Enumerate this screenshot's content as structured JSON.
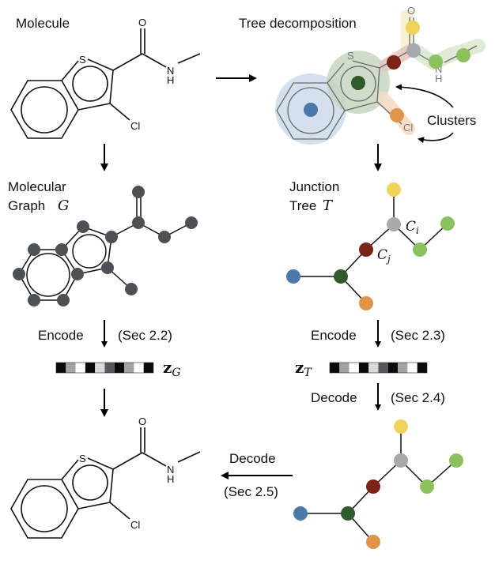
{
  "figure": {
    "sections": {
      "molecule_title": "Molecule",
      "tree_decomposition_title": "Tree decomposition",
      "molecular_graph_title_line1": "Molecular",
      "molecular_graph_title_line2": "Graph",
      "molecular_graph_symbol": "G",
      "junction_tree_title_line1": "Junction",
      "junction_tree_title_line2": "Tree",
      "junction_tree_symbol": "T",
      "clusters_label": "Clusters"
    },
    "atoms": {
      "sulfur": "S",
      "oxygen": "O",
      "nitrogen": "N",
      "hydrogen": "H",
      "chlorine": "Cl"
    },
    "node_labels": {
      "ci": "C",
      "ci_sub": "i",
      "cj": "C",
      "cj_sub": "j"
    },
    "steps": {
      "encode_graph": {
        "label": "Encode",
        "section": "(Sec 2.2)"
      },
      "encode_tree": {
        "label": "Encode",
        "section": "(Sec 2.3)"
      },
      "decode_tree": {
        "label": "Decode",
        "section": "(Sec 2.4)"
      },
      "decode_graph": {
        "label": "Decode",
        "section": "(Sec 2.5)"
      }
    },
    "latents": {
      "zG": {
        "symbol": "z",
        "sub": "G",
        "cells": [
          "#0a0a0a",
          "#a3a3a3",
          "#ffffff",
          "#0a0a0a",
          "#d9d9d9",
          "#55585c",
          "#0a0a0a",
          "#a3a3a3",
          "#ffffff",
          "#0a0a0a"
        ]
      },
      "zT": {
        "symbol": "z",
        "sub": "T",
        "cells": [
          "#0a0a0a",
          "#a3a3a3",
          "#ffffff",
          "#0a0a0a",
          "#d9d9d9",
          "#55585c",
          "#0a0a0a",
          "#a3a3a3",
          "#ffffff",
          "#0a0a0a"
        ]
      }
    },
    "cluster_colors": {
      "benzene": "#4a7aaa",
      "thiophene": "#2f5a2a",
      "amide_c_link": "#7a2418",
      "carbonyl_c": "#a7a9aa",
      "oxygen": "#f0d35a",
      "nh_chain": "#8cc160",
      "chlorine": "#e09448",
      "graph_atom": "#4d5055"
    }
  }
}
